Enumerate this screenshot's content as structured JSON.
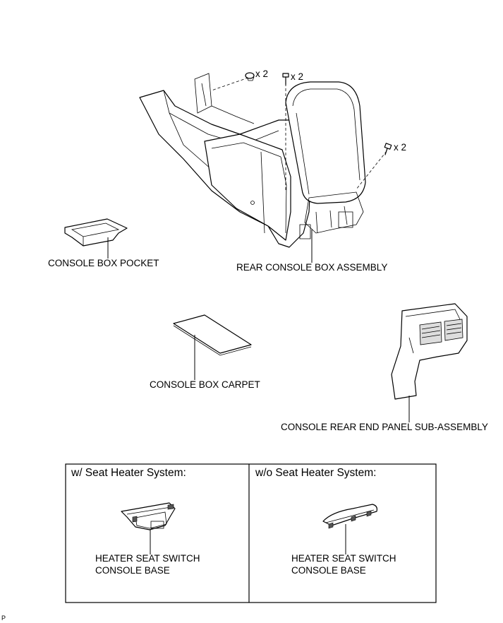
{
  "fasteners": {
    "clip_qty": "x 2",
    "bolt_center_qty": "x 2",
    "bolt_right_qty": "x 2"
  },
  "labels": {
    "console_box_pocket": "CONSOLE BOX POCKET",
    "rear_console_box_assembly": "REAR CONSOLE BOX ASSEMBLY",
    "console_box_carpet": "CONSOLE BOX CARPET",
    "console_rear_end_panel": "CONSOLE REAR END PANEL SUB-ASSEMBLY"
  },
  "variants": {
    "with_heater": {
      "title": "w/ Seat Heater System:",
      "label_line1": "HEATER SEAT SWITCH",
      "label_line2": "CONSOLE BASE"
    },
    "without_heater": {
      "title": "w/o Seat Heater System:",
      "label_line1": "HEATER SEAT SWITCH",
      "label_line2": "CONSOLE BASE"
    }
  },
  "corner_mark": "P"
}
